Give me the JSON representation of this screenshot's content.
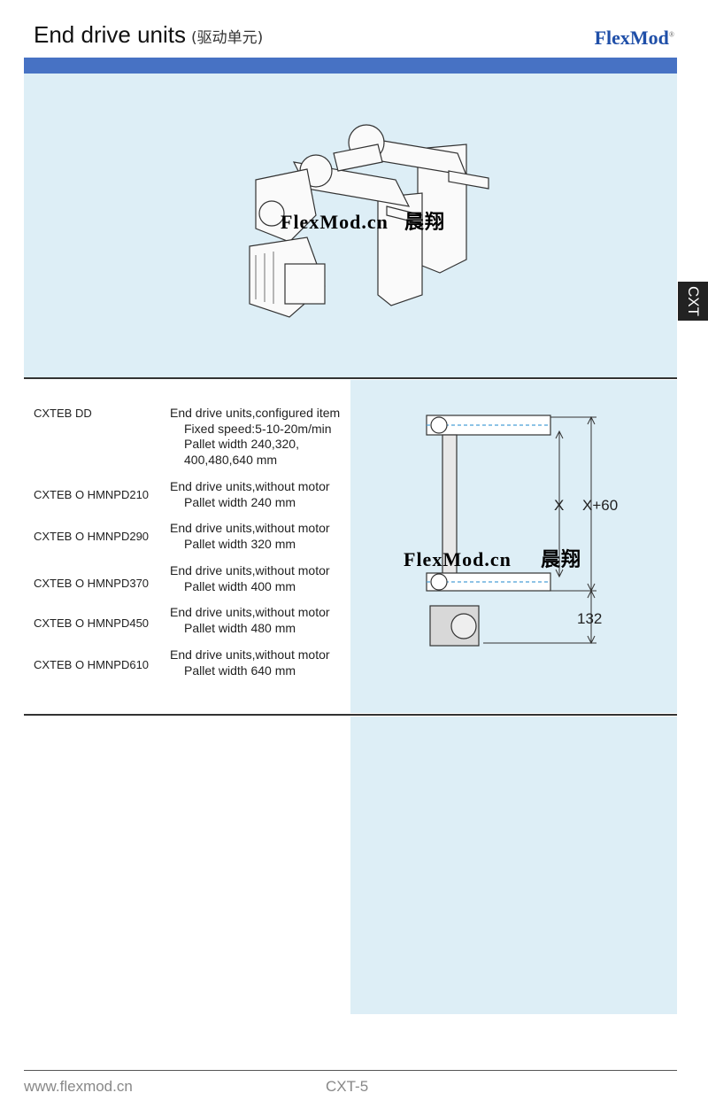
{
  "header": {
    "title": "End drive units",
    "title_cn": "(驱动单元)",
    "brand": "FlexMod",
    "brand_mark": "®"
  },
  "side_tab": {
    "label": "CXT"
  },
  "watermark": {
    "text": "FlexMod.cn",
    "text_cn": "晨翔"
  },
  "products": [
    {
      "code": "CXTEB DD",
      "desc": [
        "End drive units,configured item",
        "Fixed speed:5-10-20m/min",
        "Pallet width 240,320,",
        "400,480,640 mm"
      ]
    },
    {
      "code": "CXTEB O HMNPD210",
      "desc": [
        "End drive units,without motor",
        "Pallet width 240 mm"
      ]
    },
    {
      "code": "CXTEB O HMNPD290",
      "desc": [
        "End drive units,without motor",
        "Pallet width 320 mm"
      ]
    },
    {
      "code": "CXTEB O HMNPD370",
      "desc": [
        "End drive units,without motor",
        "Pallet width 400 mm"
      ]
    },
    {
      "code": "CXTEB O HMNPD450",
      "desc": [
        "End drive units,without motor",
        "Pallet width 480 mm"
      ]
    },
    {
      "code": "CXTEB O HMNPD610",
      "desc": [
        "End drive units,without motor",
        "Pallet width 640 mm"
      ]
    }
  ],
  "drawing": {
    "dim_x": "X",
    "dim_x60": "X+60",
    "dim_132": "132"
  },
  "footer": {
    "url": "www.flexmod.cn",
    "page": "CXT-5"
  },
  "colors": {
    "header_bar": "#4772c4",
    "panel_bg": "#ddeef6",
    "brand": "#1f4fa8"
  }
}
